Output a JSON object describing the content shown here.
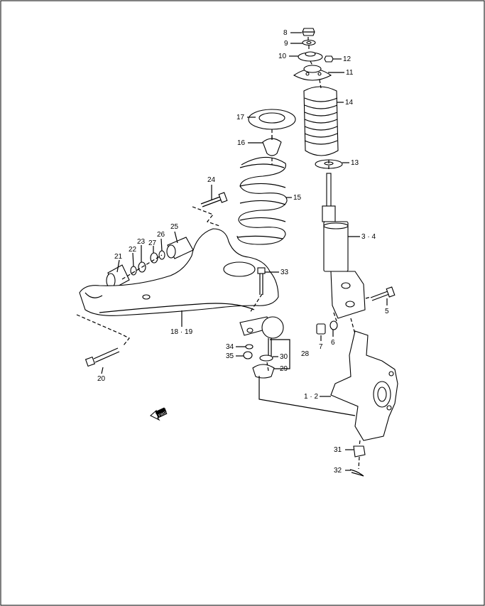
{
  "diagram": {
    "callouts": [
      {
        "id": "c8",
        "text": "8"
      },
      {
        "id": "c9",
        "text": "9"
      },
      {
        "id": "c10",
        "text": "10"
      },
      {
        "id": "c12",
        "text": "12"
      },
      {
        "id": "c11",
        "text": "11"
      },
      {
        "id": "c14",
        "text": "14"
      },
      {
        "id": "c17",
        "text": "17"
      },
      {
        "id": "c16",
        "text": "16"
      },
      {
        "id": "c13",
        "text": "13"
      },
      {
        "id": "c24",
        "text": "24"
      },
      {
        "id": "c15",
        "text": "15"
      },
      {
        "id": "c25",
        "text": "25"
      },
      {
        "id": "c26",
        "text": "26"
      },
      {
        "id": "c27",
        "text": "27"
      },
      {
        "id": "c23",
        "text": "23"
      },
      {
        "id": "c22",
        "text": "22"
      },
      {
        "id": "c21",
        "text": "21"
      },
      {
        "id": "c34a",
        "text": "3 · 4"
      },
      {
        "id": "c33",
        "text": "33"
      },
      {
        "id": "c5",
        "text": "5"
      },
      {
        "id": "c1819",
        "text": "18 · 19"
      },
      {
        "id": "c6",
        "text": "6"
      },
      {
        "id": "c7",
        "text": "7"
      },
      {
        "id": "c34",
        "text": "34"
      },
      {
        "id": "c35",
        "text": "35"
      },
      {
        "id": "c30",
        "text": "30"
      },
      {
        "id": "c28",
        "text": "28"
      },
      {
        "id": "c29",
        "text": "29"
      },
      {
        "id": "c20",
        "text": "20"
      },
      {
        "id": "c12b",
        "text": "1 · 2"
      },
      {
        "id": "c31",
        "text": "31"
      },
      {
        "id": "c32",
        "text": "32"
      }
    ],
    "fwd_label": "FWD"
  }
}
